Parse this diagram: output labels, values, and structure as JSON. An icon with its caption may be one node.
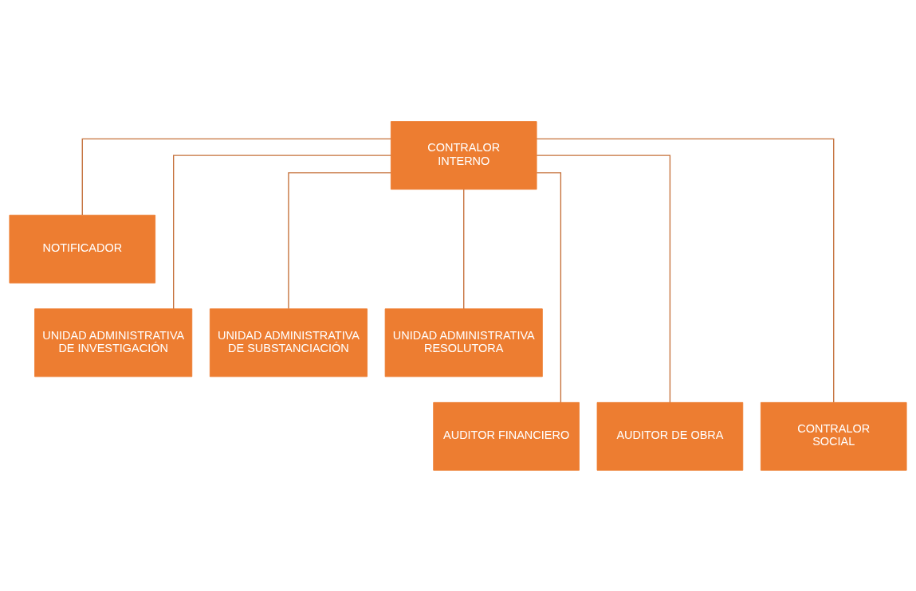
{
  "diagram": {
    "nodes": [
      {
        "text": [
          "CONTRALOR INTERNO"
        ]
      },
      {
        "text": [
          "NOTIFICADOR"
        ]
      },
      {
        "text": [
          "UNIDAD ADMINISTRATIVA DE INVESTIGACIÓN"
        ]
      },
      {
        "text": [
          "UNIDAD ADMINISTRATIVA DE SUBSTANCIACIÓN"
        ]
      },
      {
        "text": [
          "UNIDAD ADMINISTRATIVA RESOLUTORA"
        ]
      },
      {
        "text": [
          "AUDITOR FINANCIERO"
        ]
      },
      {
        "text": [
          "AUDITOR DE OBRA"
        ]
      },
      {
        "text": [
          "CONTRALOR SOCIAL"
        ]
      }
    ],
    "edges": [
      {
        "from": 0,
        "to": 1,
        "arrow": "none"
      },
      {
        "from": 0,
        "to": 2,
        "arrow": "none"
      },
      {
        "from": 0,
        "to": 3,
        "arrow": "none"
      },
      {
        "from": 0,
        "to": 4,
        "arrow": "none"
      },
      {
        "from": 0,
        "to": 5,
        "arrow": "none"
      },
      {
        "from": 0,
        "to": 6,
        "arrow": "none"
      },
      {
        "from": 0,
        "to": 7,
        "arrow": "none"
      }
    ]
  }
}
